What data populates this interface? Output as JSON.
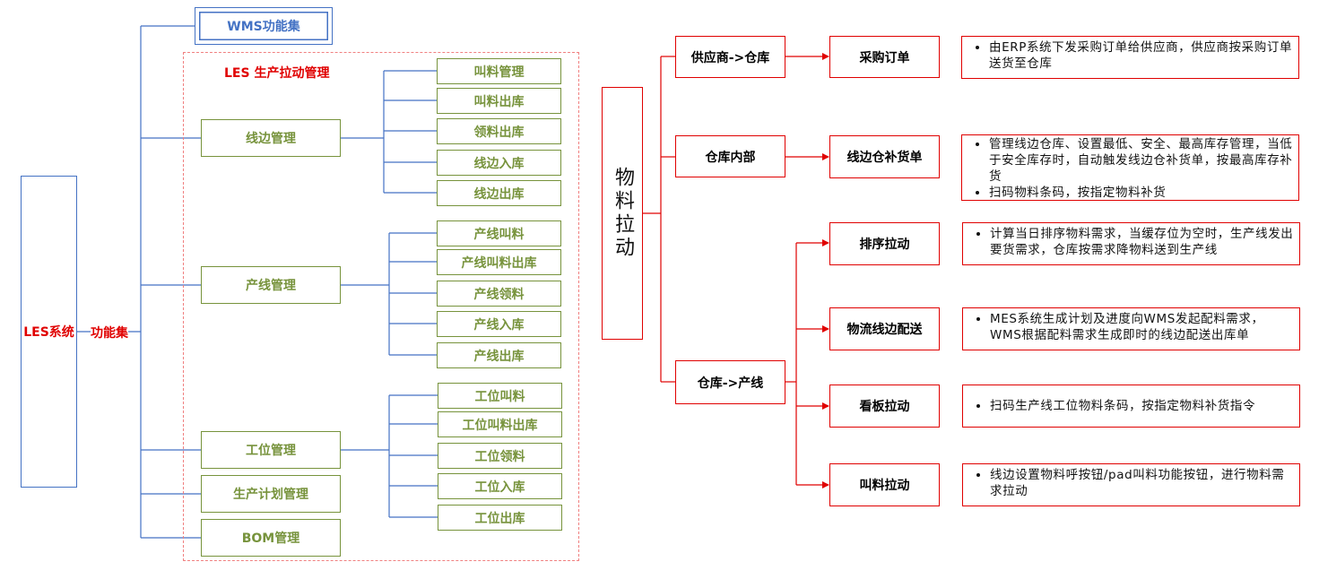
{
  "left": {
    "root": "LES系统",
    "root_link": "功能集",
    "wms": "WMS功能集",
    "les_title": "LES 生产拉动管理",
    "groups": [
      {
        "label": "线边管理",
        "children": [
          "叫料管理",
          "叫料出库",
          "领料出库",
          "线边入库",
          "线边出库"
        ]
      },
      {
        "label": "产线管理",
        "children": [
          "产线叫料",
          "产线叫料出库",
          "产线领料",
          "产线入库",
          "产线出库"
        ]
      },
      {
        "label": "工位管理",
        "children": [
          "工位叫料",
          "工位叫料出库",
          "工位领料",
          "工位入库",
          "工位出库"
        ]
      }
    ],
    "extra": [
      "生产计划管理",
      "BOM管理"
    ]
  },
  "right": {
    "root": "物料拉动",
    "branches": [
      {
        "label": "供应商->仓库",
        "items": [
          {
            "label": "采购订单",
            "desc": [
              "由ERP系统下发采购订单给供应商，供应商按采购订单送货至仓库"
            ]
          }
        ]
      },
      {
        "label": "仓库内部",
        "items": [
          {
            "label": "线边仓补货单",
            "desc": [
              "管理线边仓库、设置最低、安全、最高库存管理，当低于安全库存时，自动触发线边仓补货单，按最高库存补货",
              "扫码物料条码，按指定物料补货"
            ]
          }
        ]
      },
      {
        "label": "仓库->产线",
        "items": [
          {
            "label": "排序拉动",
            "desc": [
              "计算当日排序物料需求，当缓存位为空时，生产线发出要货需求，仓库按需求降物料送到生产线"
            ]
          },
          {
            "label": "物流线边配送",
            "desc": [
              "MES系统生成计划及进度向WMS发起配料需求，WMS根据配料需求生成即时的线边配送出库单"
            ]
          },
          {
            "label": "看板拉动",
            "desc": [
              "扫码生产线工位物料条码，按指定物料补货指令"
            ]
          },
          {
            "label": "叫料拉动",
            "desc": [
              "线边设置物料呼按钮/pad叫料功能按钮，进行物料需求拉动"
            ]
          }
        ]
      }
    ]
  },
  "colors": {
    "blue": "#4472c4",
    "green": "#77933c",
    "red": "#e00000",
    "dashed": "#f08080"
  }
}
